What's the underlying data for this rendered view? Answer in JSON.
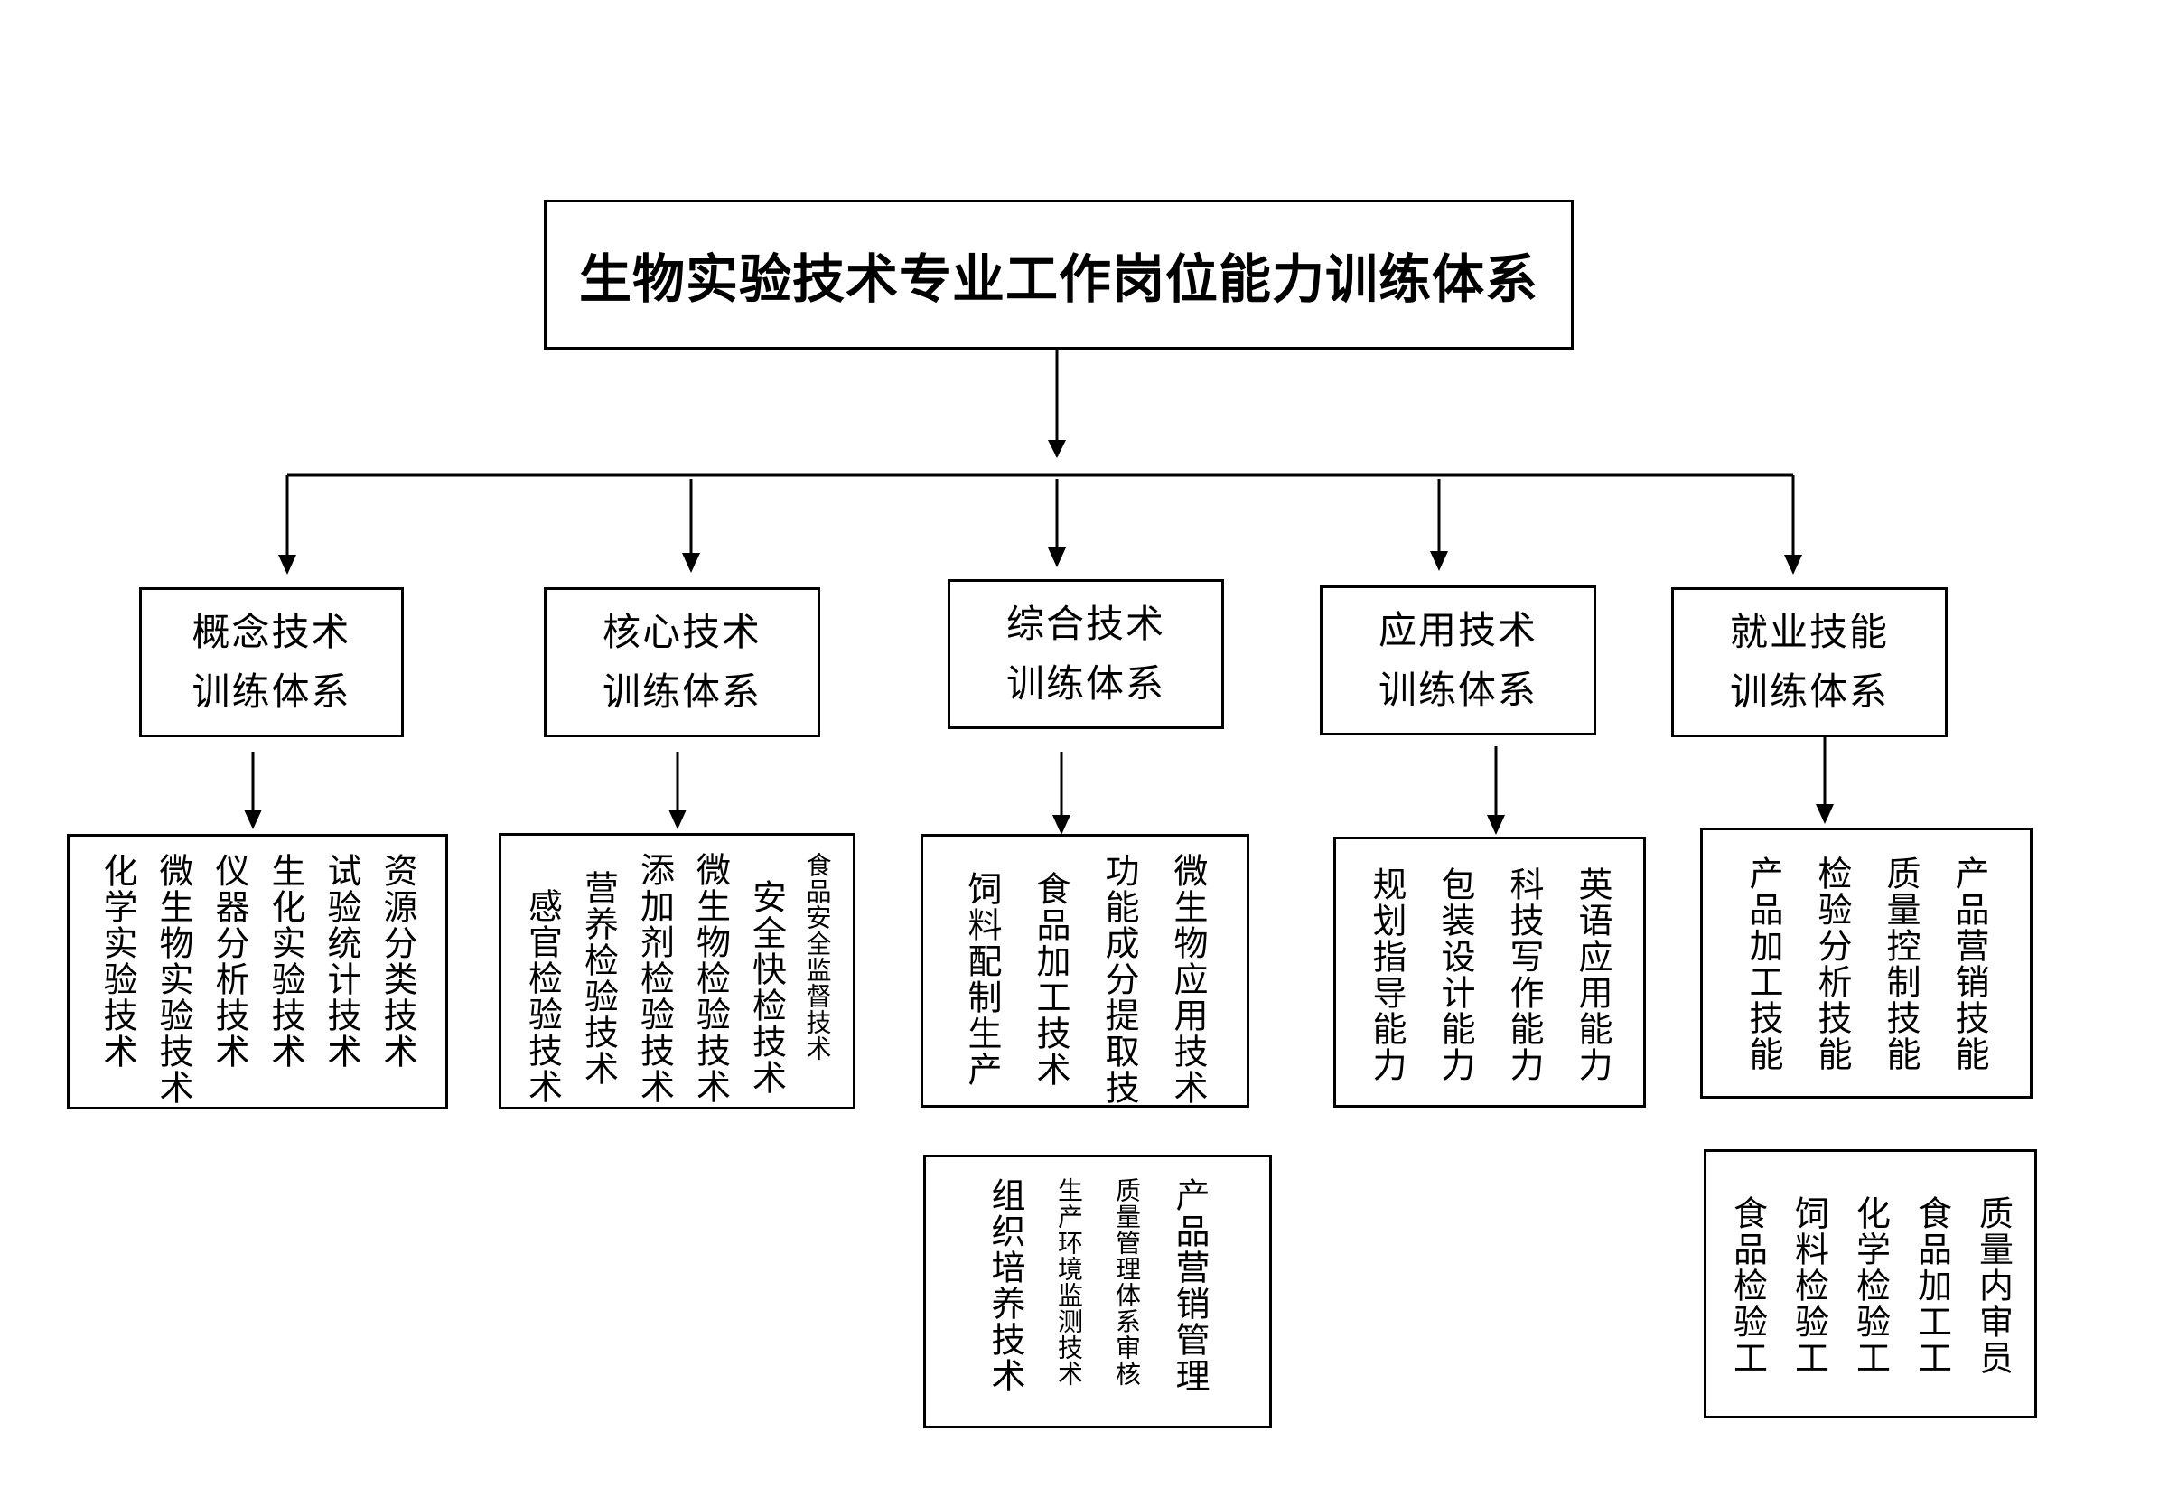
{
  "title": "生物实验技术专业工作岗位能力训练体系",
  "categories": [
    {
      "line1": "概念技术",
      "line2": "训练体系"
    },
    {
      "line1": "核心技术",
      "line2": "训练体系"
    },
    {
      "line1": "综合技术",
      "line2": "训练体系"
    },
    {
      "line1": "应用技术",
      "line2": "训练体系"
    },
    {
      "line1": "就业技能",
      "line2": "训练体系"
    }
  ],
  "concept_items": [
    "资源分类技术",
    "试验统计技术",
    "生化实验技术",
    "仪器分析技术",
    "微生物实验技术",
    "化学实验技术"
  ],
  "core_items": [
    "食品安全监督技术",
    "安全快检技术",
    "微生物检验技术",
    "添加剂检验技术",
    "营养检验技术",
    "感官检验技术"
  ],
  "comprehensive_items_1": [
    "微生物应用技术",
    "功能成分提取技",
    "食品加工技术",
    "饲料配制生产"
  ],
  "comprehensive_items_2": [
    "产品营销管理",
    "质量管理体系审核",
    "生产环境监测技术",
    "组织培养技术"
  ],
  "applied_items": [
    "英语应用能力",
    "科技写作能力",
    "包装设计能力",
    "规划指导能力"
  ],
  "employment_items_1": [
    "产品营销技能",
    "质量控制技能",
    "检验分析技能",
    "产品加工技能"
  ],
  "employment_items_2": [
    "质量内审员",
    "食品加工工",
    "化学检验工",
    "饲料检验工",
    "食品检验工"
  ]
}
